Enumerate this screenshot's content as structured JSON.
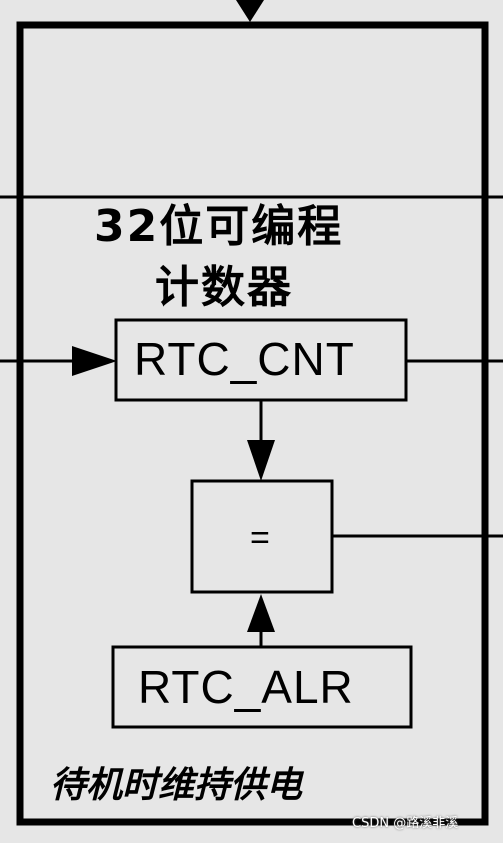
{
  "diagram": {
    "counter_heading_line1": "32位可编程",
    "counter_heading_line2": "计数器",
    "counter_register": "RTC_CNT",
    "comparator_symbol": "=",
    "alarm_register": "RTC_ALR",
    "power_domain_label": "待机时维持供电"
  },
  "watermark": "CSDN @路溪非溪"
}
